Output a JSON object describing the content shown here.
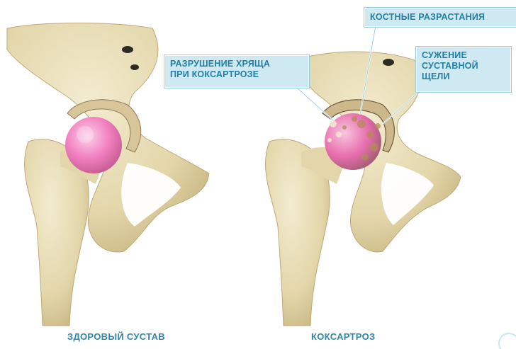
{
  "callouts": {
    "cartilage": "РАЗРУШЕНИЕ ХРЯЩА\nПРИ КОКСАРТРОЗЕ",
    "osteophytes": "КОСТНЫЕ РАЗРАСТАНИЯ",
    "narrowing": "СУЖЕНИЕ\nСУСТАВНОЙ\nЩЕЛИ"
  },
  "captions": {
    "healthy": "ЗДОРОВЫЙ СУСТАВ",
    "coxarthrosis": "КОКСАРТРОЗ"
  },
  "colors": {
    "bone": "#e7dcb5",
    "bone_shadow": "#c9b98a",
    "cartilage": "#f06fb3",
    "callout_bg": "#cfe9f3",
    "callout_text": "#1f7fa6",
    "caption_text": "#2f86ad"
  }
}
